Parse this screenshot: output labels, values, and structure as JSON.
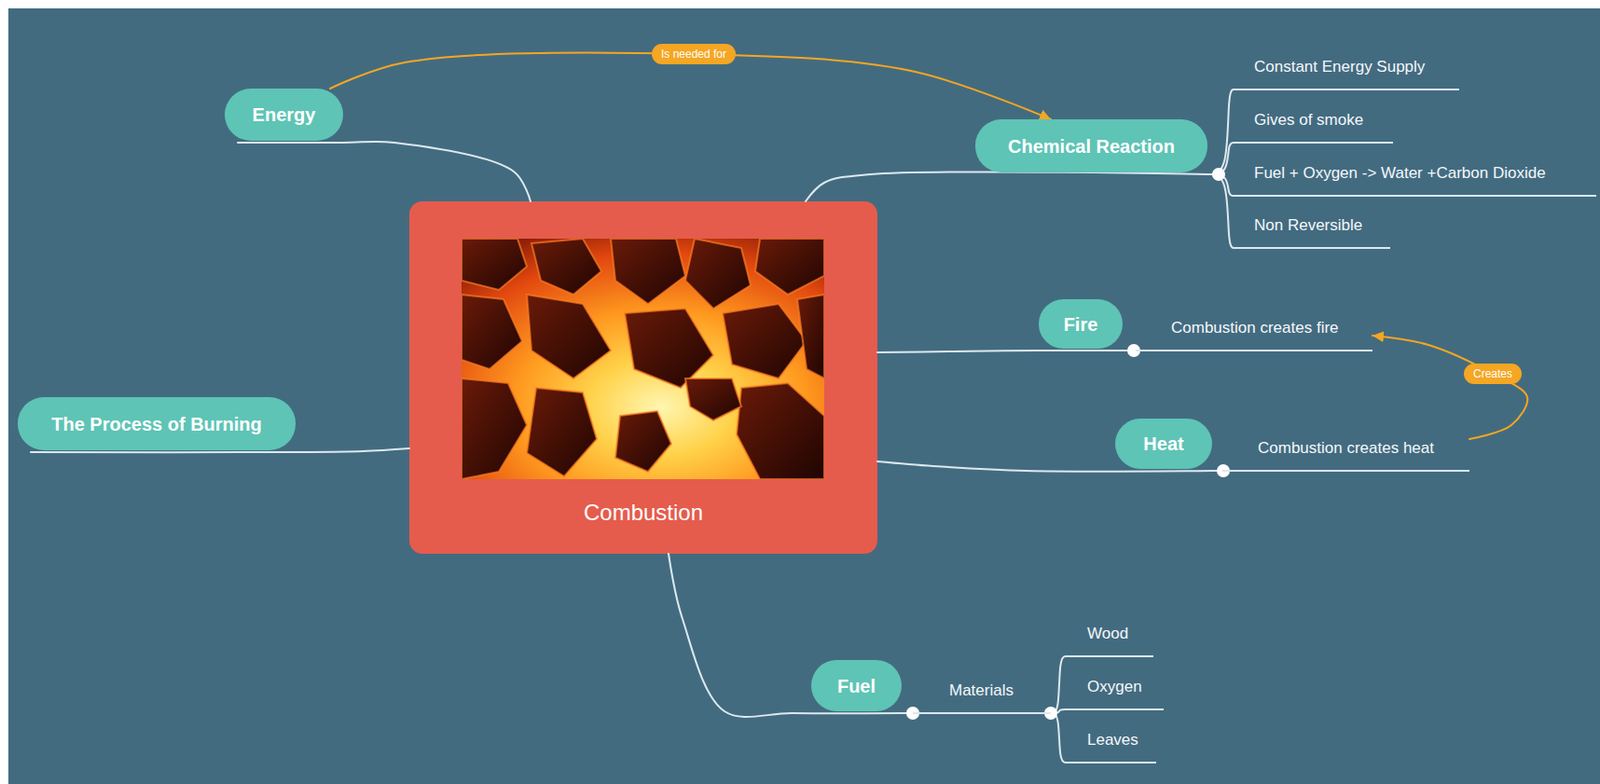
{
  "diagram": {
    "nodes": [
      {
        "text": [
          "Combustion"
        ]
      },
      {
        "text": [
          "Energy"
        ]
      },
      {
        "text": [
          "Chemical Reaction"
        ]
      },
      {
        "text": [
          "Fire"
        ]
      },
      {
        "text": [
          "Heat"
        ]
      },
      {
        "text": [
          "The Process of Burning"
        ]
      },
      {
        "text": [
          "Fuel"
        ]
      },
      {
        "text": [
          "Constant Energy Supply"
        ]
      },
      {
        "text": [
          "Gives of smoke"
        ]
      },
      {
        "text": [
          "Fuel + Oxygen -> Water +Carbon Dioxide"
        ]
      },
      {
        "text": [
          "Non Reversible"
        ]
      },
      {
        "text": [
          "Combustion creates fire"
        ]
      },
      {
        "text": [
          "Combustion creates heat"
        ]
      },
      {
        "text": [
          "Materials"
        ]
      },
      {
        "text": [
          "Wood"
        ]
      },
      {
        "text": [
          "Oxygen"
        ]
      },
      {
        "text": [
          "Leaves"
        ]
      }
    ],
    "edges": [
      {
        "from": 0,
        "to": 1,
        "arrow": "none"
      },
      {
        "from": 0,
        "to": 2,
        "arrow": "none"
      },
      {
        "from": 0,
        "to": 3,
        "arrow": "none"
      },
      {
        "from": 0,
        "to": 4,
        "arrow": "none"
      },
      {
        "from": 0,
        "to": 5,
        "arrow": "none"
      },
      {
        "from": 0,
        "to": 6,
        "arrow": "none"
      },
      {
        "from": 2,
        "to": 7,
        "arrow": "none"
      },
      {
        "from": 2,
        "to": 8,
        "arrow": "none"
      },
      {
        "from": 2,
        "to": 9,
        "arrow": "none"
      },
      {
        "from": 2,
        "to": 10,
        "arrow": "none"
      },
      {
        "from": 3,
        "to": 11,
        "arrow": "none"
      },
      {
        "from": 4,
        "to": 12,
        "arrow": "none"
      },
      {
        "from": 6,
        "to": 13,
        "arrow": "none"
      },
      {
        "from": 13,
        "to": 14,
        "arrow": "none"
      },
      {
        "from": 13,
        "to": 15,
        "arrow": "none"
      },
      {
        "from": 13,
        "to": 16,
        "arrow": "none"
      },
      {
        "from": 1,
        "to": 2,
        "label": "Is needed for",
        "arrow": "to"
      },
      {
        "from": 12,
        "to": 11,
        "label": "Creates",
        "arrow": "to"
      }
    ]
  }
}
